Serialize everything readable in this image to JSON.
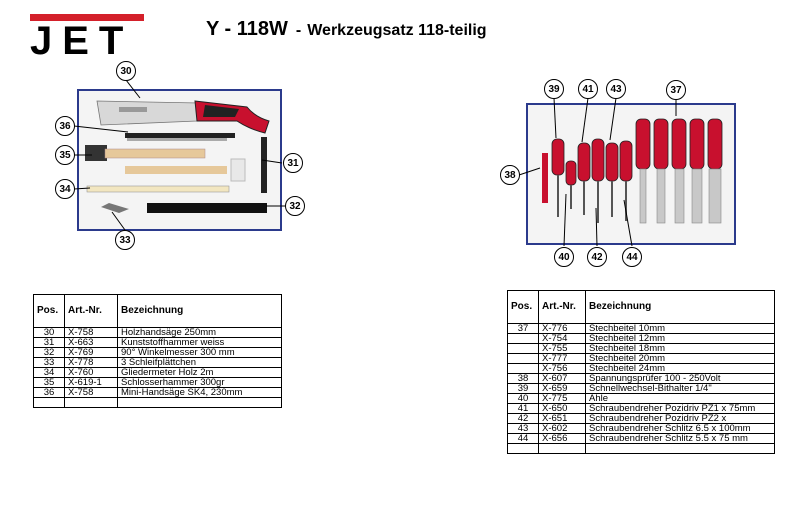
{
  "brand": {
    "logo_text": "JET",
    "red": "#d4202a"
  },
  "header": {
    "model": "Y - 118W",
    "dash": "-",
    "description": "Werkzeugsatz 118-teilig"
  },
  "left_callouts": [
    "30",
    "36",
    "35",
    "31",
    "34",
    "32",
    "33"
  ],
  "right_callouts": [
    "39",
    "41",
    "43",
    "37",
    "38",
    "40",
    "42",
    "44"
  ],
  "columns": {
    "pos": "Pos.",
    "art": "Art.-Nr.",
    "desc": "Bezeichnung"
  },
  "left_table": [
    {
      "pos": "30",
      "art": "X-758",
      "desc": "Holzhandsäge 250mm"
    },
    {
      "pos": "31",
      "art": "X-663",
      "desc": "Kunststoffhammer weiss"
    },
    {
      "pos": "32",
      "art": "X-769",
      "desc": "90° Winkelmesser 300 mm"
    },
    {
      "pos": "33",
      "art": "X-778",
      "desc": "3 Schleifplättchen"
    },
    {
      "pos": "34",
      "art": "X-760",
      "desc": "Gliedermeter Holz 2m"
    },
    {
      "pos": "35",
      "art": "X-619-1",
      "desc": "Schlosserhammer 300gr"
    },
    {
      "pos": "36",
      "art": "X-758",
      "desc": "Mini-Handsäge SK4, 230mm"
    }
  ],
  "right_table": [
    {
      "pos": "37",
      "art": "X-776",
      "desc": "Stechbeitel 10mm"
    },
    {
      "pos": "",
      "art": "X-754",
      "desc": "Stechbeitel 12mm"
    },
    {
      "pos": "",
      "art": "X-755",
      "desc": "Stechbeitel 18mm"
    },
    {
      "pos": "",
      "art": "X-777",
      "desc": "Stechbeitel 20mm"
    },
    {
      "pos": "",
      "art": "X-756",
      "desc": "Stechbeitel 24mm"
    },
    {
      "pos": "38",
      "art": "X-607",
      "desc": "Spannungsprüfer 100 - 250Volt"
    },
    {
      "pos": "39",
      "art": "X-659",
      "desc": "Schnellwechsel-Bithalter 1/4\""
    },
    {
      "pos": "40",
      "art": "X-775",
      "desc": "Ahle"
    },
    {
      "pos": "41",
      "art": "X-650",
      "desc": "Schraubendreher Pozidriv PZ1 x 75mm"
    },
    {
      "pos": "42",
      "art": "X-651",
      "desc": "Schraubendreher Pozidriv PZ2 x"
    },
    {
      "pos": "43",
      "art": "X-602",
      "desc": "Schraubendreher Schlitz 6.5 x 100mm"
    },
    {
      "pos": "44",
      "art": "X-656",
      "desc": "Schraubendreher Schlitz 5.5 x 75 mm"
    }
  ]
}
